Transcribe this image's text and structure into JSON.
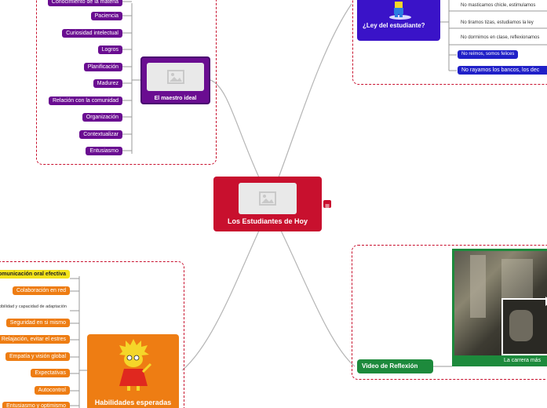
{
  "central": {
    "title": "Los Estudiantes de Hoy"
  },
  "maestro": {
    "title": "El maestro ideal",
    "items": [
      "Conocimiento de la materia",
      "Paciencia",
      "Curiosidad intelectual",
      "Logros",
      "Planificación",
      "Madurez",
      "Relación con la comunidad",
      "Organización",
      "Contextualizar",
      "Entusiasmo"
    ]
  },
  "ley": {
    "title": "¿Ley del estudiante?",
    "items": [
      "No masticamos chicle, estimulamos",
      "No tiramos tizas, estudiamos la ley",
      "No dormimos en clase, reflexionamos",
      "No reímos, somos felices",
      "No rayamos los bancos, los dec"
    ]
  },
  "habilidades": {
    "title": "Habilidades esperadas",
    "items": [
      "Comunicación oral efectiva",
      "Colaboración en red",
      "Flexibilidad y capacidad de adaptación",
      "Seguridad en si mismo",
      "Relajación, evitar el estres",
      "Empatía y visión global",
      "Expectativas",
      "Autocontrol",
      "Entusiasmo y optimismo"
    ]
  },
  "video": {
    "title": "Video de Reflexión",
    "caption": "La carrera más"
  },
  "colors": {
    "central": "#c8102e",
    "maestro": "#6a0d91",
    "ley": "#3a13c8",
    "habilidades": "#ee7d13",
    "video": "#1d8a3c",
    "branch_line": "#b0b0b0"
  }
}
